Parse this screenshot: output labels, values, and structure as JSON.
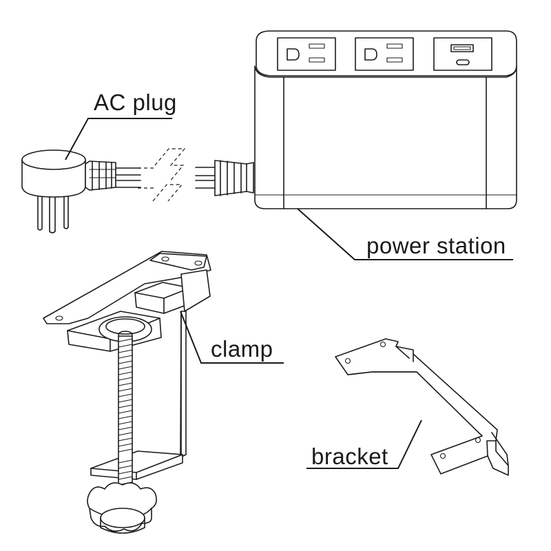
{
  "labels": {
    "ac_plug": "AC plug",
    "power_station": "power station",
    "clamp": "clamp",
    "bracket": "bracket"
  },
  "colors": {
    "line": "#1a1a1a",
    "background": "#ffffff"
  }
}
